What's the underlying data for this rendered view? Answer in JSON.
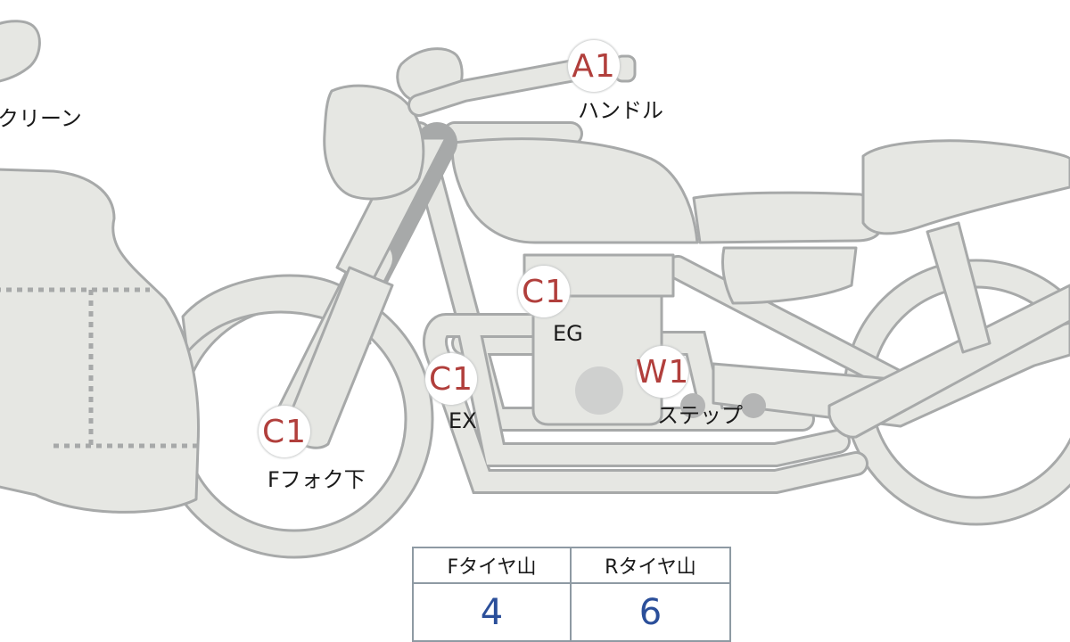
{
  "markers": [
    {
      "id": "handle",
      "code": "A1",
      "label": "ハンドル"
    },
    {
      "id": "engine",
      "code": "C1",
      "label": "EG"
    },
    {
      "id": "exhaust",
      "code": "C1",
      "label": "EX"
    },
    {
      "id": "step",
      "code": "W1",
      "label": "ステップ"
    },
    {
      "id": "fork",
      "code": "C1",
      "label": "Fフォク下"
    }
  ],
  "screen_label": "クリーン",
  "tread_table": {
    "headers": [
      "Fタイヤ山",
      "Rタイヤ山"
    ],
    "values": [
      "4",
      "6"
    ]
  },
  "colors": {
    "body_fill": "#e6e7e3",
    "outline": "#a7a9a9",
    "marker_text": "#b13f3c",
    "table_value": "#2b4f9a",
    "table_border": "#8e9aa3"
  }
}
